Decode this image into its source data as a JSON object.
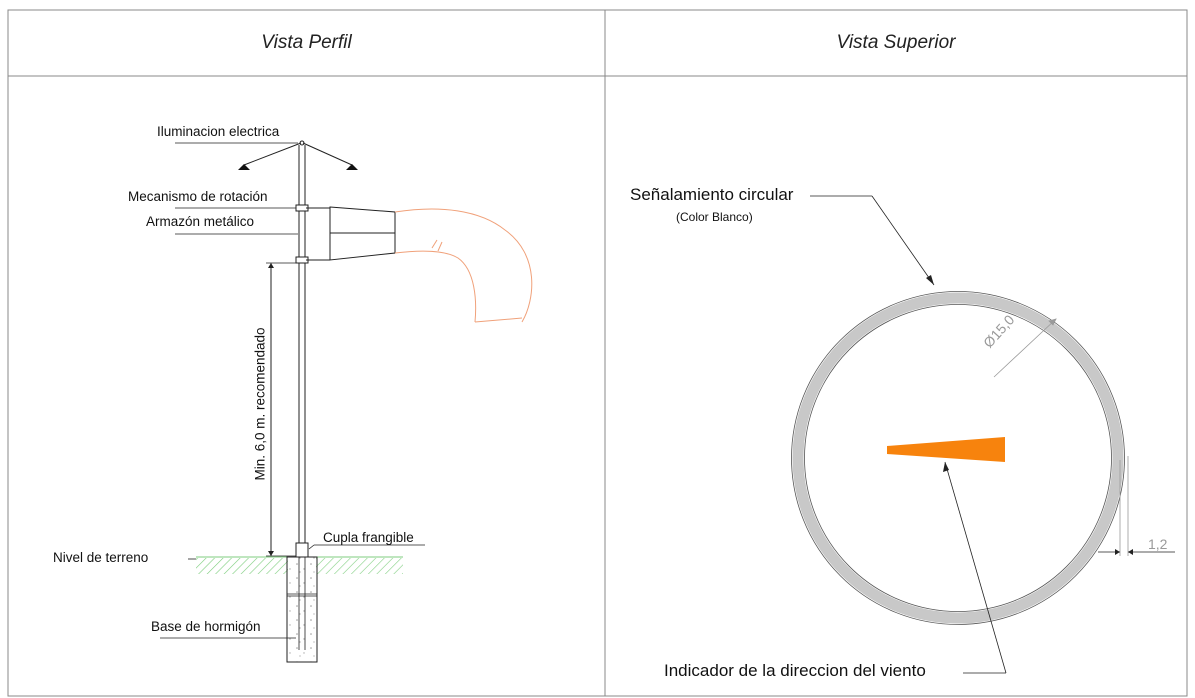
{
  "left_title": "Vista Perfil",
  "right_title": "Vista Superior",
  "profile_labels": {
    "lighting": "Iluminacion electrica",
    "rotation": "Mecanismo de rotación",
    "frame": "Armazón metálico",
    "height": "Min. 6,0 m. recomendado",
    "coupling": "Cupla frangible",
    "ground": "Nivel de terreno",
    "base": "Base de hormigón"
  },
  "top_labels": {
    "signal": "Señalamiento circular",
    "signal_color": "(Color Blanco)",
    "indicator": "Indicador de la direccion del viento",
    "diameter": "Ø15,0",
    "ring_width": "1,2"
  },
  "colors": {
    "windsock": "#f7830d",
    "sock_outline": "#f0a17a",
    "ground_hatch": "#7fce7f",
    "ring": "#c8c8c8"
  }
}
